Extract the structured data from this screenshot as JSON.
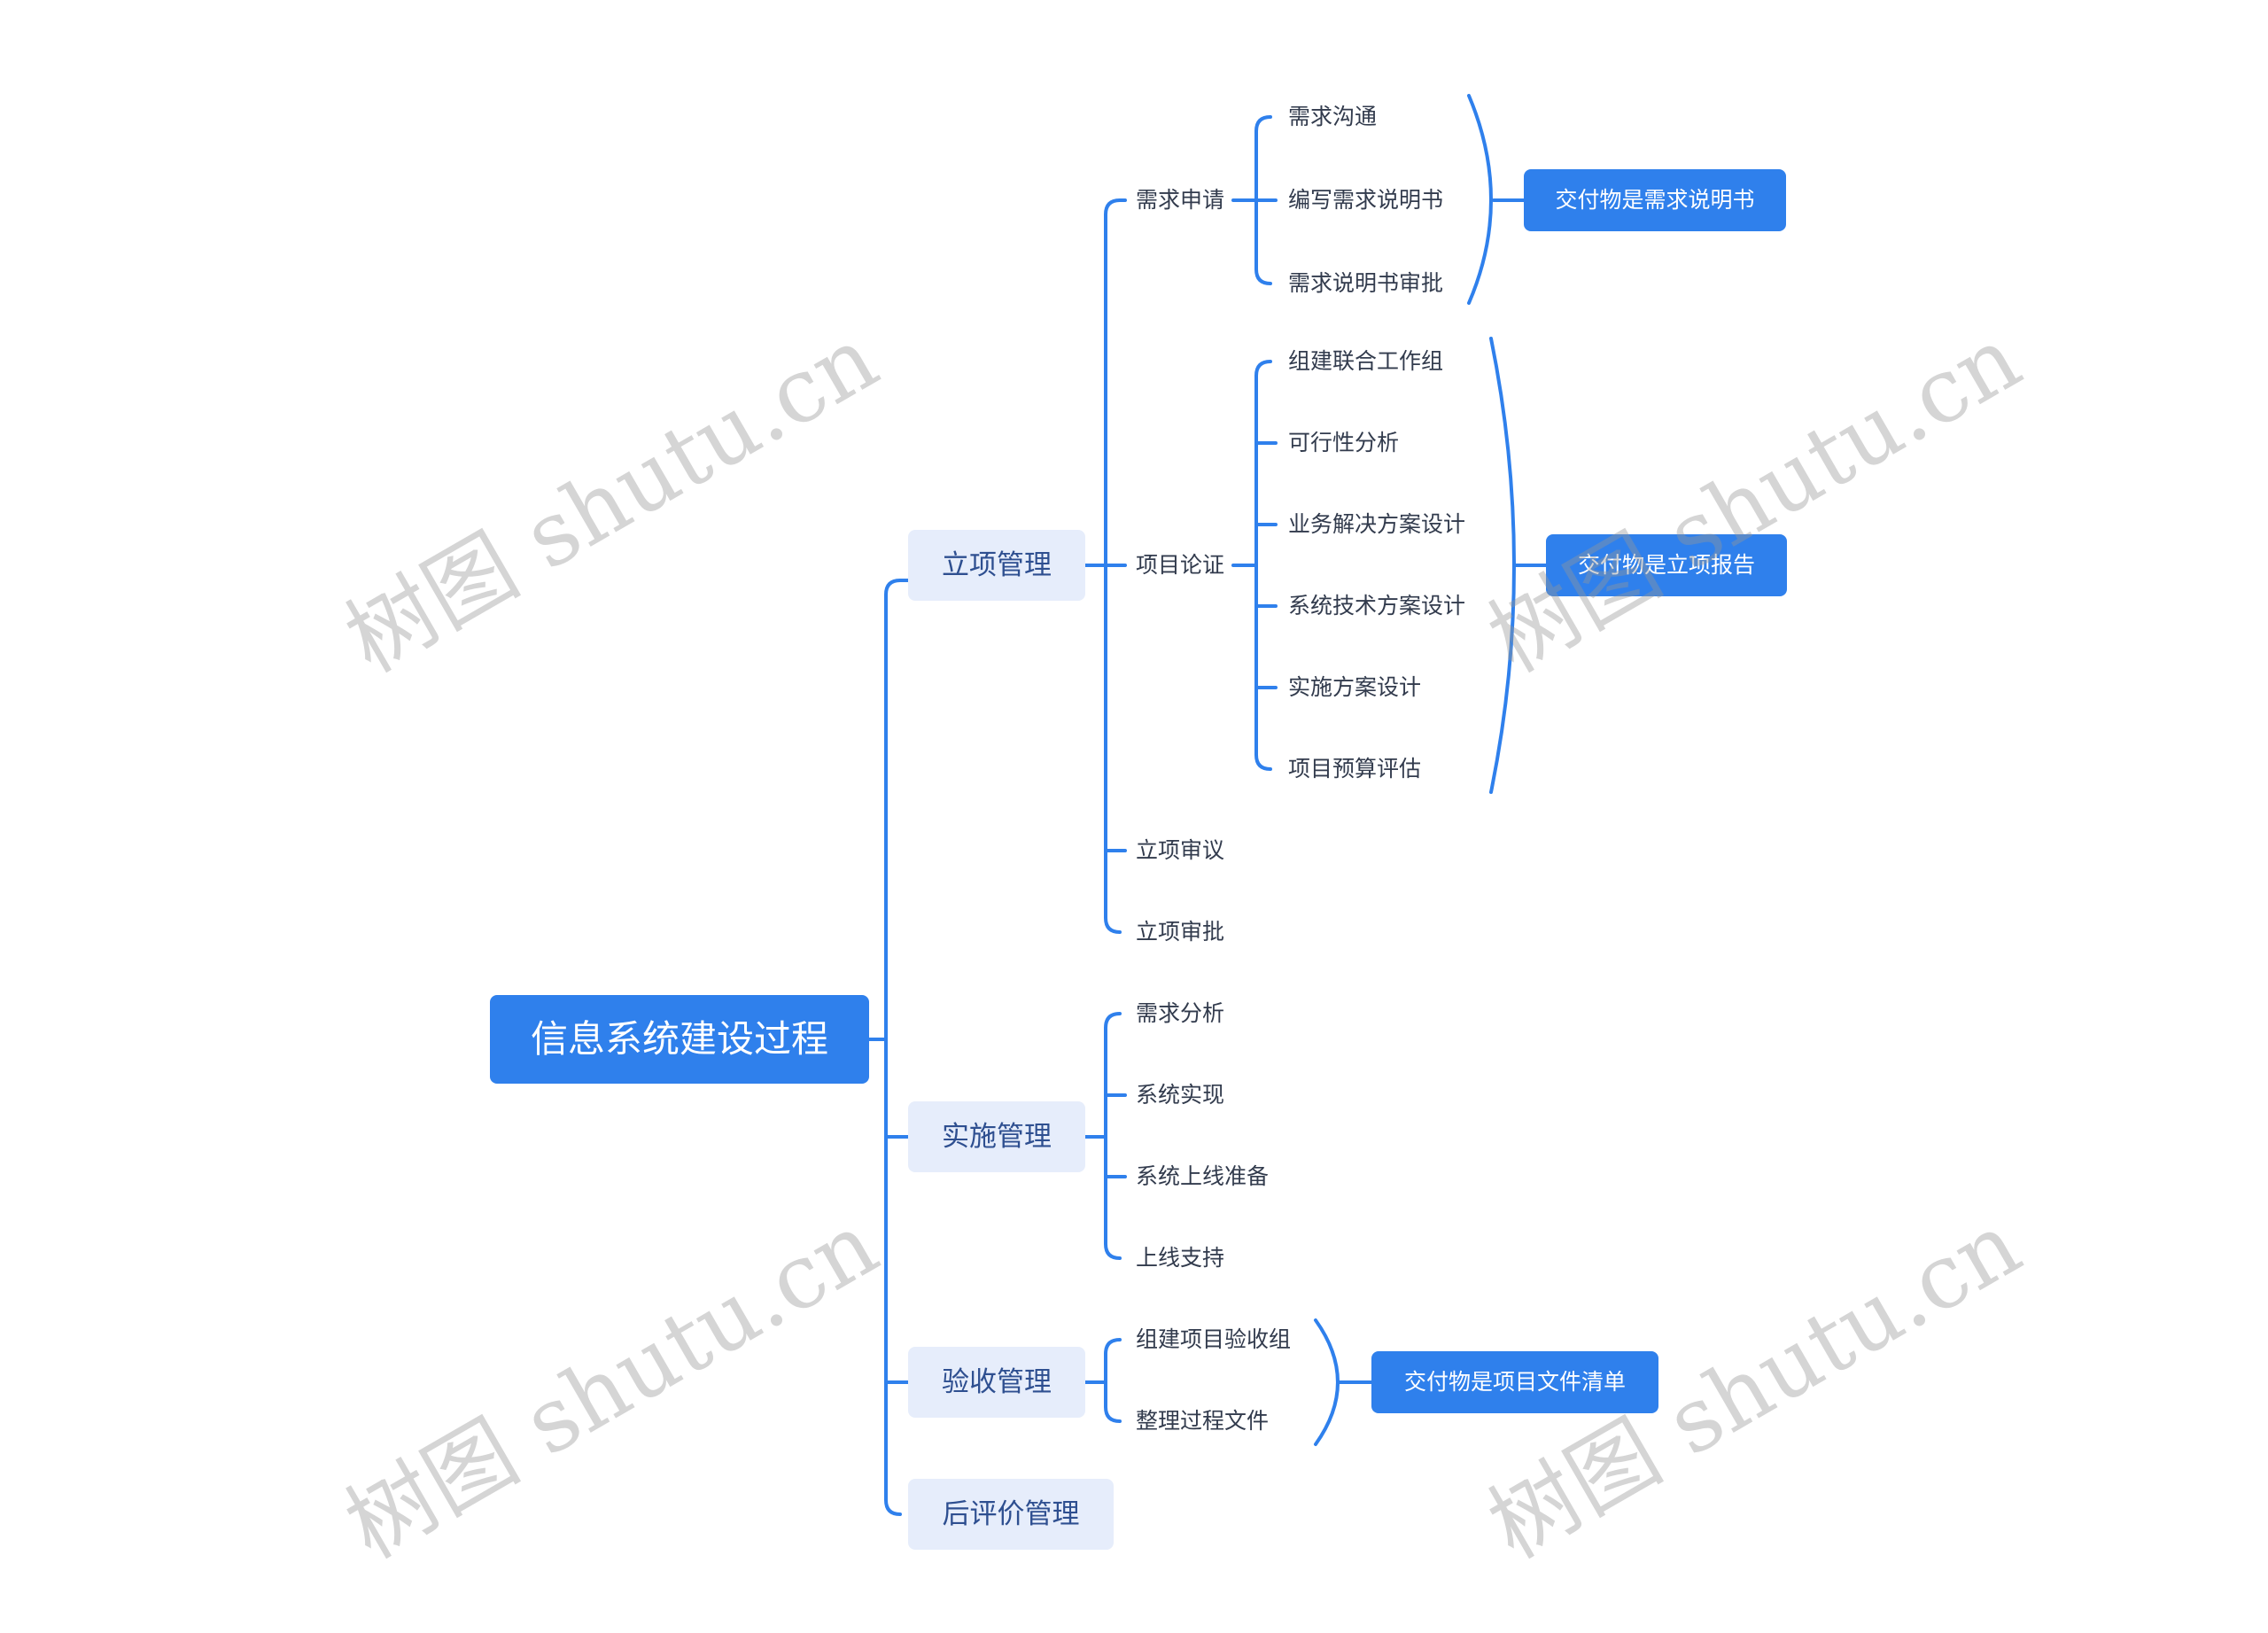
{
  "colors": {
    "accent": "#2f80ec",
    "branch_fill": "#e6edfb",
    "line": "#2f80ec",
    "watermark": "#969696"
  },
  "root": "信息系统建设过程",
  "branches": {
    "lixiang": {
      "label": "立项管理",
      "xuqiu_shenqing": {
        "label": "需求申请",
        "children": [
          "需求沟通",
          "编写需求说明书",
          "需求说明书审批"
        ],
        "deliverable": "交付物是需求说明书"
      },
      "xiangmu_lunzheng": {
        "label": "项目论证",
        "children": [
          "组建联合工作组",
          "可行性分析",
          "业务解决方案设计",
          "系统技术方案设计",
          "实施方案设计",
          "项目预算评估"
        ],
        "deliverable": "交付物是立项报告"
      },
      "shenyi": "立项审议",
      "shenpi": "立项审批"
    },
    "shishi": {
      "label": "实施管理",
      "children": [
        "需求分析",
        "系统实现",
        "系统上线准备",
        "上线支持"
      ]
    },
    "yanshou": {
      "label": "验收管理",
      "children": [
        "组建项目验收组",
        "整理过程文件"
      ],
      "deliverable": "交付物是项目文件清单"
    },
    "houpingjia": {
      "label": "后评价管理"
    }
  },
  "watermark": "树图 shutu.cn"
}
